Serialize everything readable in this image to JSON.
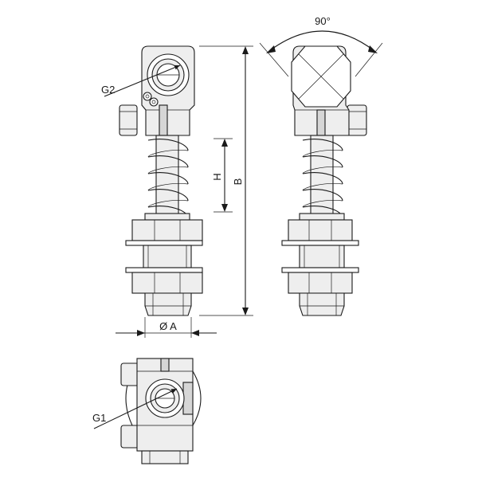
{
  "labels": {
    "g2": "G2",
    "g1": "G1",
    "h": "H",
    "b": "B",
    "diameter_a": "Ø A",
    "angle": "90°"
  }
}
